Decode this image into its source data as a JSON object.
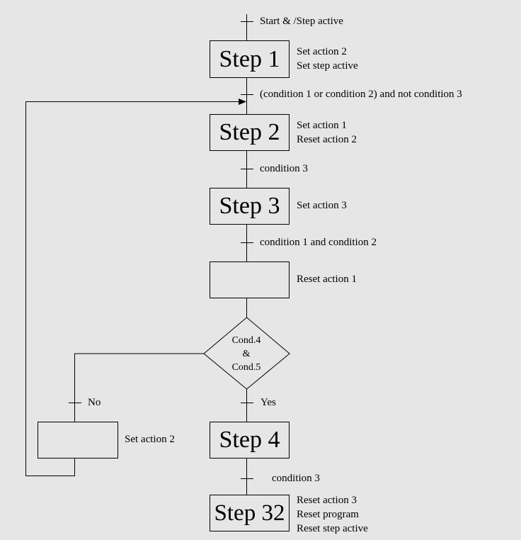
{
  "start_condition": "Start & /Step active",
  "steps": {
    "step1": {
      "label": "Step 1",
      "actions": [
        "Set action 2",
        "Set step active"
      ]
    },
    "step2": {
      "label": "Step 2",
      "actions": [
        "Set action 1",
        "Reset action 2"
      ]
    },
    "step3": {
      "label": "Step 3",
      "actions": [
        "Set action 3"
      ]
    },
    "unnamed": {
      "label": "",
      "actions": [
        "Reset action 1"
      ]
    },
    "side": {
      "label": "",
      "actions": [
        "Set action 2"
      ]
    },
    "step4": {
      "label": "Step 4",
      "actions": []
    },
    "step32": {
      "label": "Step 32",
      "actions": [
        "Reset action 3",
        "Reset program",
        "Reset step active"
      ]
    }
  },
  "transitions": {
    "t1": "(condition 1 or condition 2) and not condition 3",
    "t2": "condition 3",
    "t3": "condition 1 and condition 2",
    "t4": "condition 3"
  },
  "decision": {
    "line1": "Cond.4",
    "line2": "&",
    "line3": "Cond.5",
    "yes": "Yes",
    "no": "No"
  },
  "colors": {
    "background": "#e6e6e6",
    "line": "#000000"
  }
}
